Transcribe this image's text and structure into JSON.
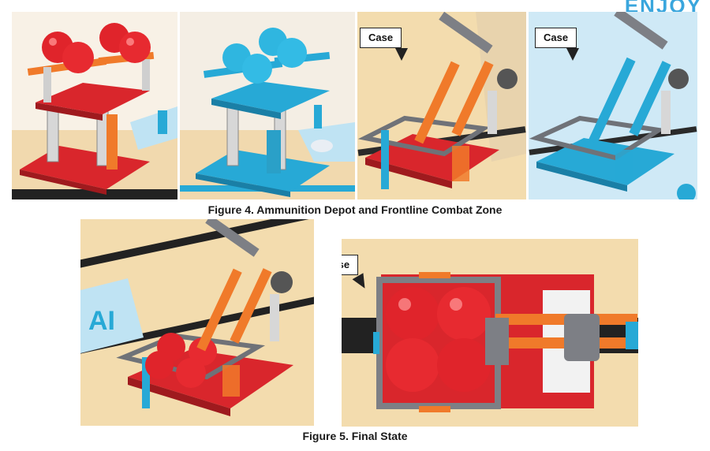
{
  "figure4": {
    "caption": "Figure 4. Ammunition Depot and Frontline Combat Zone",
    "panels": [
      {
        "name": "red-depot-with-balls"
      },
      {
        "name": "blue-depot-with-balls"
      },
      {
        "name": "red-frontline-case",
        "callout": "Case"
      },
      {
        "name": "blue-frontline-case",
        "callout": "Case"
      }
    ]
  },
  "figure5": {
    "caption": "Figure 5. Final State",
    "panels": [
      {
        "name": "final-state-angled"
      },
      {
        "name": "final-state-top-view",
        "callout": "Case"
      }
    ]
  },
  "map_text": "AI",
  "colors": {
    "red": "#e0242b",
    "blue": "#27a9d6",
    "orange": "#f07a2a",
    "gray": "#7d7f85",
    "mat_beige": "#f3dcae",
    "mat_blue": "#bfe3f3"
  }
}
